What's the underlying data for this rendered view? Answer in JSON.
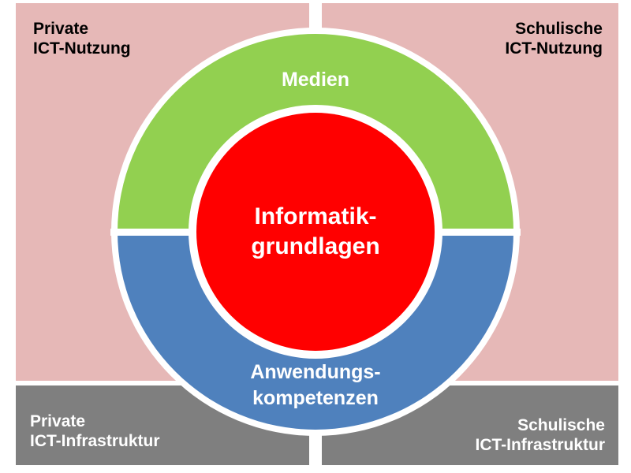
{
  "colors": {
    "background": "#ffffff",
    "top_panels": "#e6b8b7",
    "bottom_panels": "#7f7f7f",
    "ring_top": "#92d050",
    "ring_bottom": "#4f81bd",
    "core": "#ff0000",
    "separator": "#ffffff"
  },
  "quadrants": {
    "top_left": {
      "line1": "Private",
      "line2": "ICT-Nutzung"
    },
    "top_right": {
      "line1": "Schulische",
      "line2": "ICT-Nutzung"
    },
    "bottom_left": {
      "line1": "Private",
      "line2": "ICT-Infrastruktur"
    },
    "bottom_right": {
      "line1": "Schulische",
      "line2": "ICT-Infrastruktur"
    }
  },
  "ring": {
    "top_label": "Medien",
    "bottom_label_line1": "Anwendungs-",
    "bottom_label_line2": "kompetenzen"
  },
  "core": {
    "line1": "Informatik-",
    "line2": "grundlagen"
  }
}
